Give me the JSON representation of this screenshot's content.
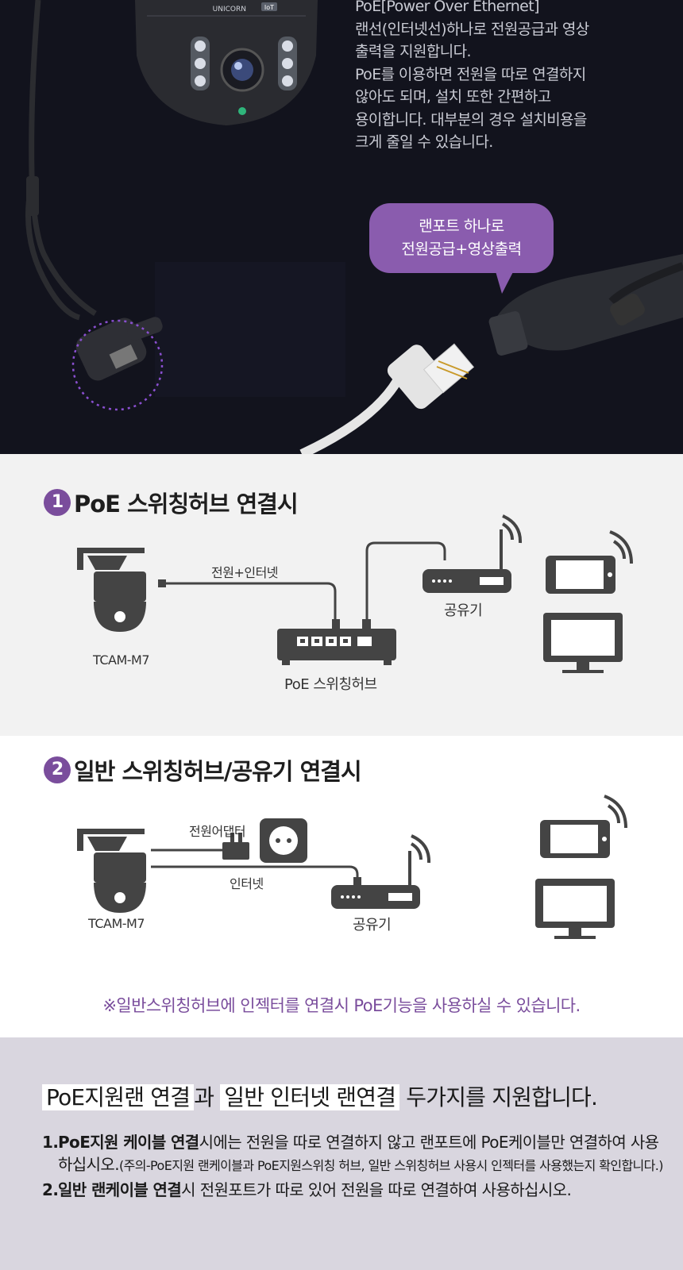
{
  "hero": {
    "lines": [
      "PoE[Power Over Ethernet]",
      "랜선(인터넷선)하나로 전원공급과 영상",
      "출력을 지원합니다.",
      "PoE를 이용하면 전원을 따로 연결하지",
      "않아도 되며, 설치 또한 간편하고",
      "용이합니다. 대부분의 경우 설치비용을",
      "크게 줄일 수 있습니다."
    ],
    "bubble_line1": "랜포트 하나로",
    "bubble_line2": "전원공급+영상출력",
    "camera_brand": "UNICORN",
    "camera_brand_badge": "IoT"
  },
  "section1": {
    "number": "1",
    "title": "PoE 스위칭허브 연결시",
    "cable_label": "전원+인터넷",
    "router_label": "공유기",
    "camera_label": "TCAM-M7",
    "hub_label": "PoE 스위칭허브"
  },
  "section2": {
    "number": "2",
    "title": "일반 스위칭허브/공유기 연결시",
    "adapter_label": "전원어댑터",
    "internet_label": "인터넷",
    "camera_label": "TCAM-M7",
    "router_label": "공유기",
    "note": "※일반스위칭허브에 인젝터를 연결시  PoE기능을 사용하실 수 있습니다."
  },
  "section3": {
    "headline_hl1": "PoE지원랜 연결",
    "headline_mid": "과 ",
    "headline_hl2": "일반 인터넷 랜연결",
    "headline_end": " 두가지를 지원합니다.",
    "item1_num": "1.",
    "item1_bold": "PoE지원 케이블 연결",
    "item1_text": "시에는 전원을 따로 연결하지 않고 랜포트에 PoE케이블만 연결하여 사용하십시오.",
    "item1_small": "(주의-PoE지원 랜케이블과 PoE지원스위칭 허브, 일반 스위칭허브 사용시 인젝터를 사용했는지 확인합니다.)",
    "item2_num": "2.",
    "item2_bold": "일반 랜케이블 연결",
    "item2_text": "시 전원포트가 따로 있어 전원을 따로 연결하여 사용하십시오."
  },
  "colors": {
    "hero_bg": "#12131d",
    "accent_purple": "#7a4d9c",
    "bubble_purple": "#8a5cae",
    "diagram_gray": "#444444",
    "section3_bg": "#d9d6df"
  }
}
